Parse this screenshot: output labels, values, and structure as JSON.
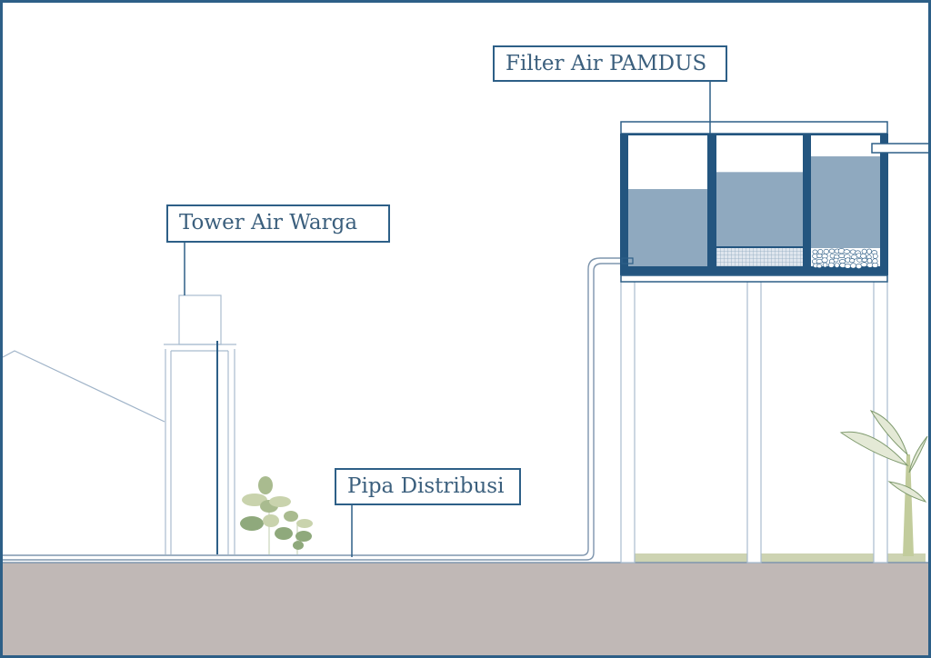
{
  "diagram": {
    "labels": {
      "filter": "Filter Air PAMDUS",
      "tower": "Tower Air Warga",
      "pipe": "Pipa Distribusi"
    },
    "colors": {
      "frame": "#2d5f87",
      "outline": "#9fb3c8",
      "tank_wall": "#23557f",
      "water": "#8fa9bf",
      "ground": "#c0b8b6",
      "grass": "#cdd3b2",
      "plant_light": "#c9d3ad",
      "plant_dark": "#7f9a6e"
    },
    "filter_tank": {
      "compartments": [
        {
          "name": "sedimentation",
          "water_fill": 0.59,
          "media": "none"
        },
        {
          "name": "mesh-filter",
          "water_fill": 0.72,
          "media": "mesh"
        },
        {
          "name": "gravel-filter",
          "water_fill": 0.84,
          "media": "gravel"
        }
      ]
    }
  }
}
